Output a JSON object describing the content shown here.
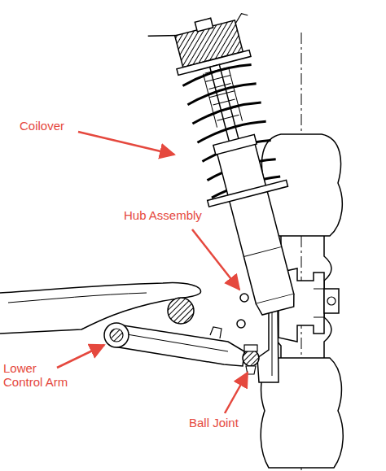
{
  "diagram": {
    "labels": [
      "Coilover",
      "Hub Assembly",
      "Lower Control Arm",
      "Ball Joint"
    ]
  }
}
